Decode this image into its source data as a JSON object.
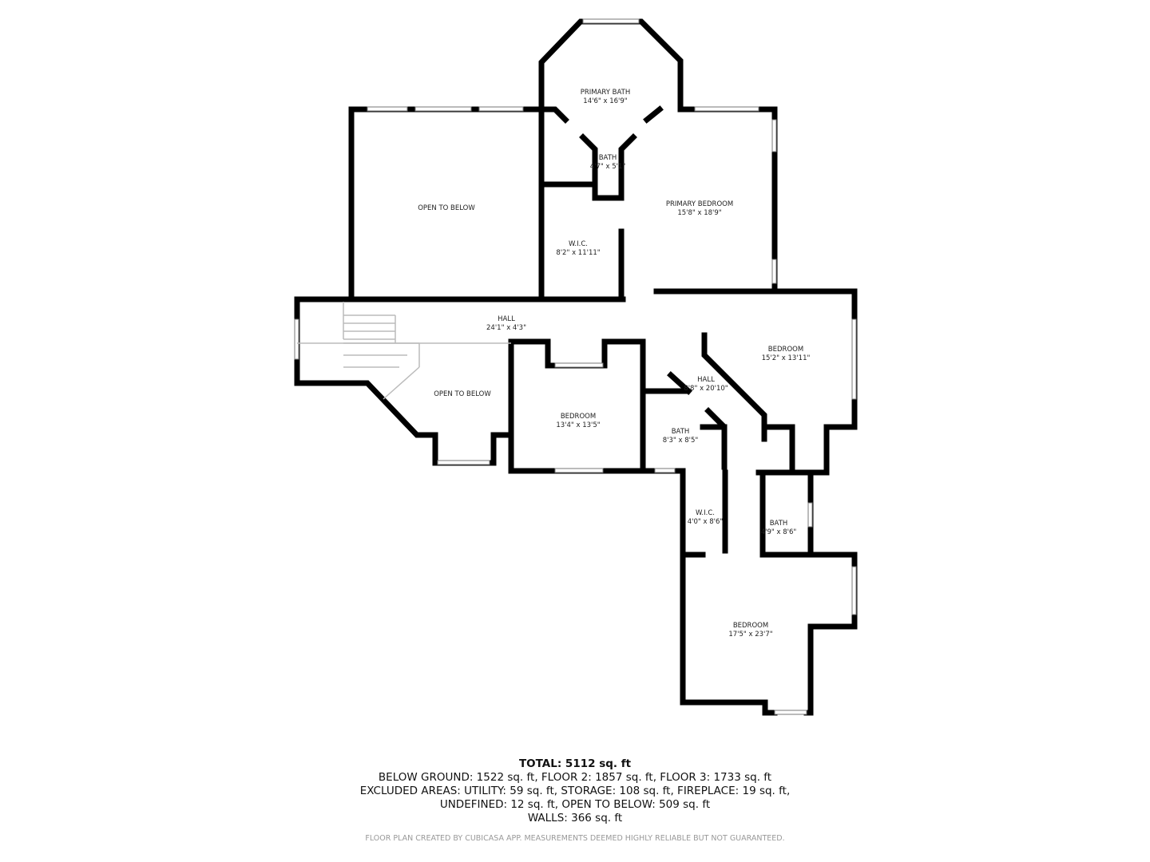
{
  "rooms": [
    {
      "name": "PRIMARY BATH",
      "dims": "14'6\" x 16'9\""
    },
    {
      "name": "BATH",
      "dims": "4'7\" x 5'1\""
    },
    {
      "name": "OPEN TO BELOW",
      "dims": ""
    },
    {
      "name": "PRIMARY BEDROOM",
      "dims": "15'8\" x 18'9\""
    },
    {
      "name": "W.I.C.",
      "dims": "8'2\" x 11'11\""
    },
    {
      "name": "HALL",
      "dims": "24'1\" x 4'3\""
    },
    {
      "name": "BEDROOM",
      "dims": "15'2\" x 13'11\""
    },
    {
      "name": "HALL",
      "dims": "8'8\" x 20'10\""
    },
    {
      "name": "OPEN TO BELOW",
      "dims": ""
    },
    {
      "name": "BEDROOM",
      "dims": "13'4\" x 13'5\""
    },
    {
      "name": "BATH",
      "dims": "8'3\" x 8'5\""
    },
    {
      "name": "W.I.C.",
      "dims": "4'0\" x 8'6\""
    },
    {
      "name": "BATH",
      "dims": "4'9\" x 8'6\""
    },
    {
      "name": "BEDROOM",
      "dims": "17'5\" x 23'7\""
    }
  ],
  "summary": {
    "total": "TOTAL: 5112 sq. ft",
    "line1": "BELOW GROUND: 1522 sq. ft, FLOOR 2: 1857 sq. ft, FLOOR 3: 1733 sq. ft",
    "line2": "EXCLUDED AREAS: UTILITY: 59 sq. ft, STORAGE: 108 sq. ft, FIREPLACE: 19 sq. ft,",
    "line3": "UNDEFINED: 12 sq. ft, OPEN TO BELOW: 509 sq. ft",
    "line4": "WALLS: 366 sq. ft"
  },
  "footer": "FLOOR PLAN CREATED BY CUBICASA APP. MEASUREMENTS DEEMED HIGHLY RELIABLE BUT NOT GUARANTEED."
}
